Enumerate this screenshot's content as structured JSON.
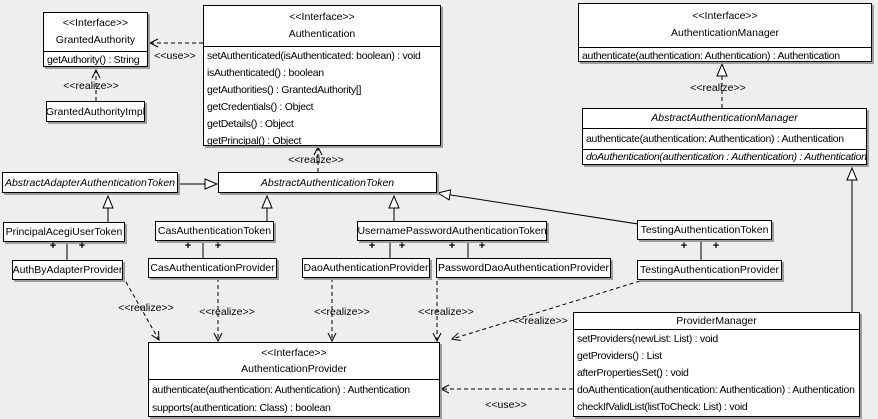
{
  "diagram": {
    "background": "#eeeeee",
    "box_fill": "#ffffff",
    "line_color": "#000000",
    "interface_stereotype": "&lt;&lt;Interface&gt;&gt;",
    "stereotype_interface": "<<Interface>>",
    "edge_labels": {
      "realize": "<<realize>>",
      "use": "<<use>>"
    },
    "multiplicity": "+",
    "classes": {
      "granted_authority": {
        "name": "GrantedAuthority",
        "methods": [
          "getAuthority() : String"
        ]
      },
      "authentication": {
        "name": "Authentication",
        "methods": [
          "setAuthenticated(isAuthenticated: boolean) : void",
          "isAuthenticated() : boolean",
          "getAuthorities() : GrantedAuthority[]",
          "getCredentials() : Object",
          "getDetails() : Object",
          "getPrincipal() : Object"
        ]
      },
      "authentication_manager": {
        "name": "AuthenticationManager",
        "methods": [
          "authenticate(authentication: Authentication) : Authentication"
        ]
      },
      "abstract_authentication_manager": {
        "name": "AbstractAuthenticationManager",
        "methods": [
          "authenticate(authentication: Authentication) : Authentication"
        ],
        "abstract_method": "doAuthentication(authentication : Authentication) : Authentication"
      },
      "granted_authority_impl": {
        "name": "GrantedAuthorityImpl"
      },
      "abstract_adapter_authentication_token": {
        "name": "AbstractAdapterAuthenticationToken"
      },
      "abstract_authentication_token": {
        "name": "AbstractAuthenticationToken"
      },
      "principal_acegi_user_token": {
        "name": "PrincipalAcegiUserToken"
      },
      "cas_authentication_token": {
        "name": "CasAuthenticationToken"
      },
      "username_password_authentication_token": {
        "name": "UsernamePasswordAuthenticationToken"
      },
      "testing_authentication_token": {
        "name": "TestingAuthenticationToken"
      },
      "auth_by_adapter_provider": {
        "name": "AuthByAdapterProvider"
      },
      "cas_authentication_provider": {
        "name": "CasAuthenticationProvider"
      },
      "dao_authentication_provider": {
        "name": "DaoAuthenticationProvider"
      },
      "password_dao_authentication_provider": {
        "name": "PasswordDaoAuthenticationProvider"
      },
      "testing_authentication_provider": {
        "name": "TestingAuthenticationProvider"
      },
      "authentication_provider": {
        "name": "AuthenticationProvider",
        "methods": [
          "authenticate(authentication: Authentication) : Authentication",
          "supports(authentication: Class) : boolean"
        ]
      },
      "provider_manager": {
        "name": "ProviderManager",
        "methods": [
          "setProviders(newList: List) : void",
          "getProviders() : List",
          "afterPropertiesSet() : void",
          "doAuthentication(authentication: Authentication) : Authentication",
          "checkIfValidList(listToCheck: List) : void"
        ]
      }
    }
  }
}
